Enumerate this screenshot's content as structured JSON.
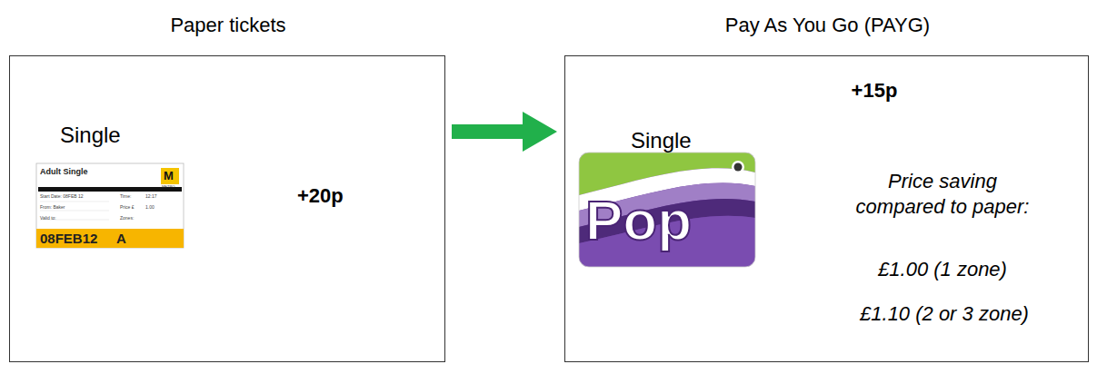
{
  "diagram": {
    "nodes": [
      {
        "text": [
          "Paper tickets",
          "Single",
          "+20p"
        ]
      },
      {
        "text": [
          "Pay As You Go (PAYG)",
          "+15p",
          "Single",
          "Price saving compared to paper:",
          "£1.00 (1 zone)",
          "£1.10 (2 or 3 zone)"
        ]
      }
    ],
    "edges": [
      {
        "from": 0,
        "to": 1,
        "arrow": "to"
      }
    ],
    "labels": [
      "Adult Single",
      "M",
      "METRO",
      "Start Date: 08FEB 12",
      "Time:",
      "12:17",
      "From: Baker",
      "Price £",
      "1.00",
      "Valid to:",
      "Zones:",
      "08FEB12",
      "A",
      "Pop"
    ]
  }
}
